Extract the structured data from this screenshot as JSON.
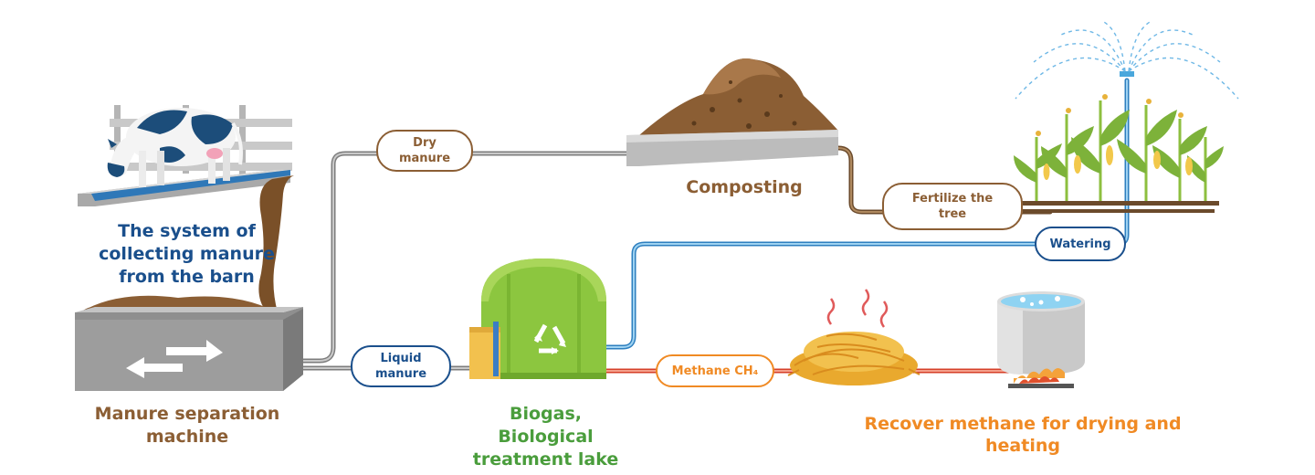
{
  "colors": {
    "brown": "#8b5e34",
    "navy": "#1a4f8c",
    "green": "#4a9d3c",
    "orange": "#f08a24",
    "blue_pipe": "#4aa7dc",
    "gray_pipe": "#8a8a8a",
    "red_pipe": "#e0502c"
  },
  "labels": {
    "barn": "The system of collecting manure from the barn",
    "separator": "Manure separation machine",
    "composting": "Composting",
    "biogas": "Biogas, Biological treatment lake",
    "recover": "Recover methane for drying and heating"
  },
  "pills": {
    "dry_manure": "Dry manure",
    "liquid_manure": "Liquid manure",
    "fertilize": "Fertilize the tree",
    "watering": "Watering",
    "methane": "Methane CH₄"
  },
  "icons": [
    "cow-icon",
    "arrows-icon",
    "compost-pile-icon",
    "corn-field-icon",
    "sprinkler-icon",
    "biogas-dome-icon",
    "recycle-icon",
    "straw-icon",
    "pot-icon",
    "flame-icon"
  ]
}
